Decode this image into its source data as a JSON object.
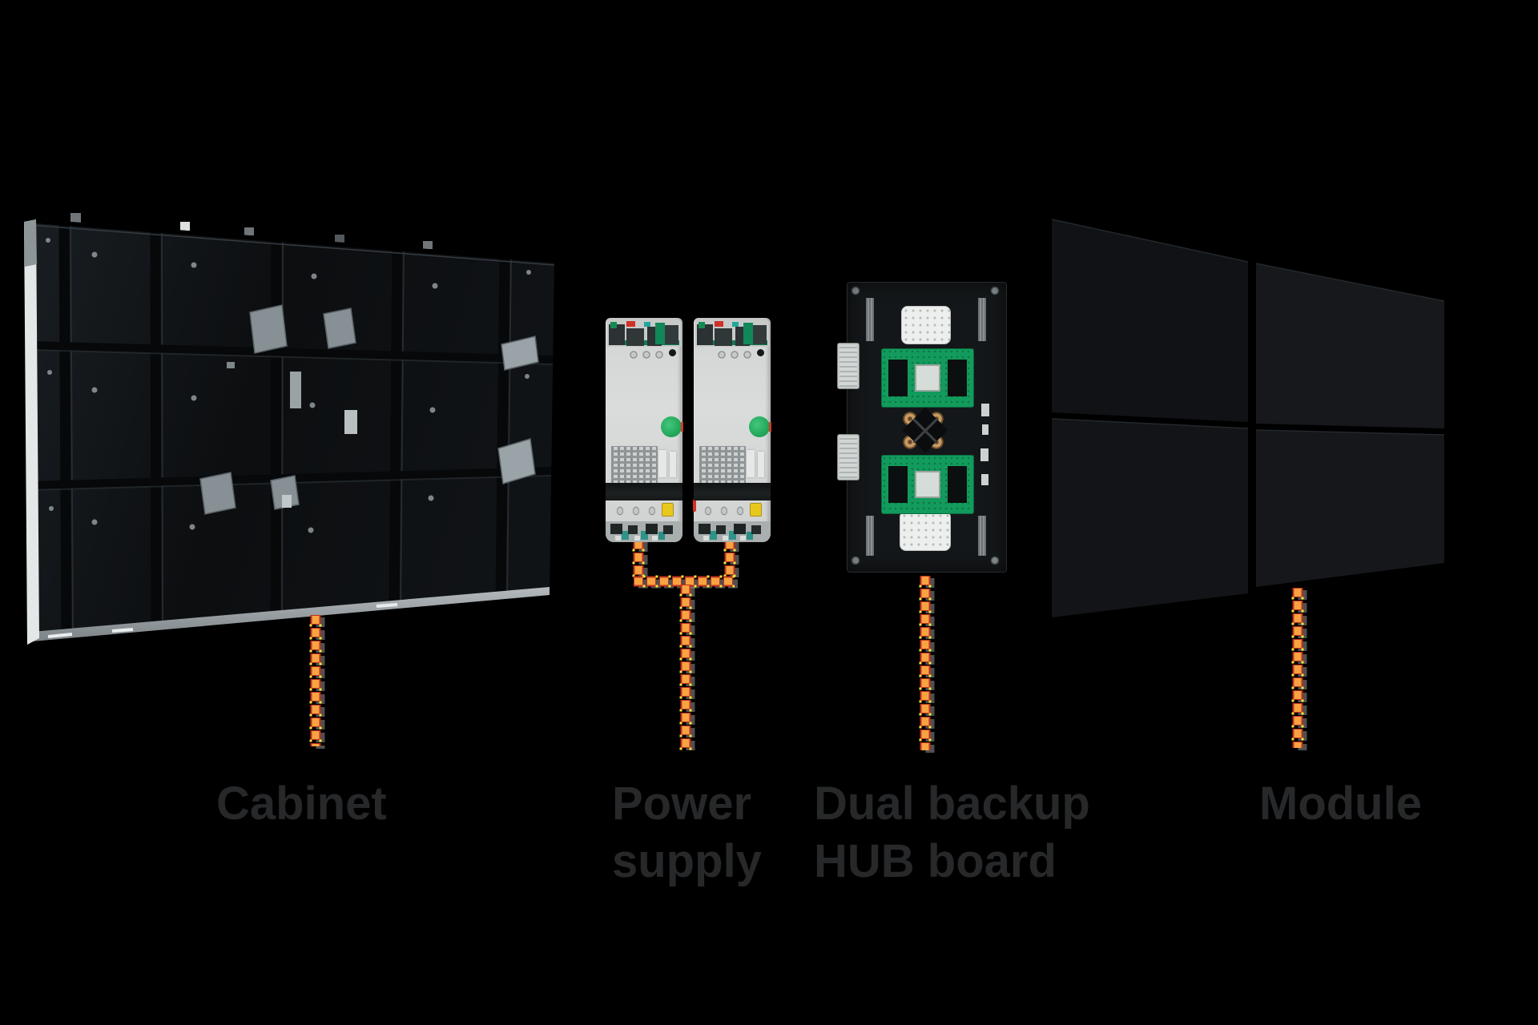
{
  "diagram": {
    "background_color": "#000000",
    "label_text_color": "#27282a",
    "connector_style": {
      "fill": "#f7a342",
      "border": "#c1301a",
      "corner_dot": "#ffe23c",
      "shadow": "#cfcfcf"
    },
    "component_colors": {
      "psu_led_green": "#2bb565",
      "psu_label_yellow": "#e9c81d",
      "hub_card_green": "#129b5c",
      "standoff_brass": "#c79a62"
    },
    "components": [
      {
        "id": "cabinet",
        "label_lines": [
          "Cabinet"
        ]
      },
      {
        "id": "power-supply",
        "label_lines": [
          "Power",
          "supply"
        ]
      },
      {
        "id": "hub-board",
        "label_lines": [
          "Dual backup",
          "HUB board"
        ]
      },
      {
        "id": "module",
        "label_lines": [
          "Module"
        ]
      }
    ]
  }
}
